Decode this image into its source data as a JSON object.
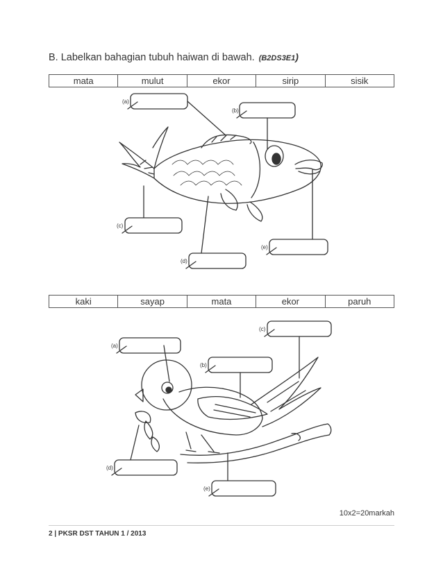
{
  "section": {
    "heading": "B. Labelkan bahagian tubuh haiwan di bawah.",
    "code": "(B2DS3E1",
    "code_close": ")"
  },
  "fish": {
    "word_bank": [
      "mata",
      "mulut",
      "ekor",
      "sirip",
      "sisik"
    ],
    "labels": {
      "a": "(a)",
      "b": "(b)",
      "c": "(c)",
      "d": "(d)",
      "e": "(e)"
    }
  },
  "bird": {
    "word_bank": [
      "kaki",
      "sayap",
      "mata",
      "ekor",
      "paruh"
    ],
    "labels": {
      "a": "(a)",
      "b": "(b)",
      "c": "(c)",
      "d": "(d)",
      "e": "(e)"
    }
  },
  "marks": "10x2=20markah",
  "footer": "2 | PKSR DST TAHUN 1 / 2013"
}
